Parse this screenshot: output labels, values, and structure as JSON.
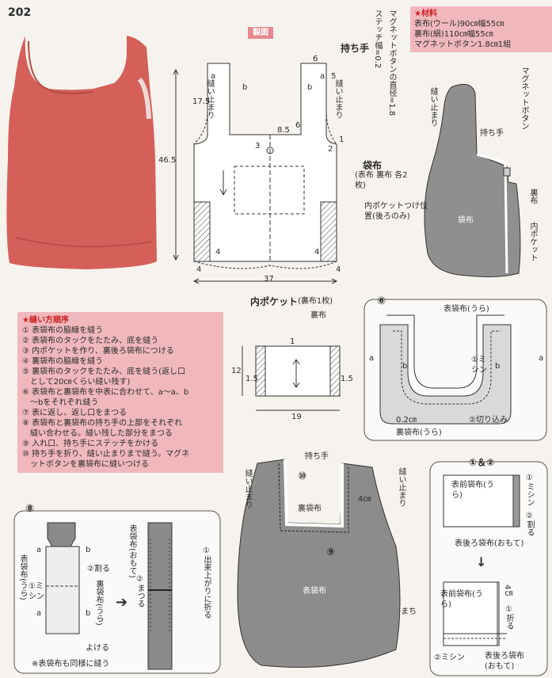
{
  "page_number": "202",
  "seizu_label": "製図",
  "materials": {
    "title": "★材料",
    "lines": [
      "表布(ウール)90㎝幅55㎝",
      "裏布(絹)110㎝幅55㎝",
      "マグネットボタン1.8㎝1組"
    ]
  },
  "top_notes": {
    "magnet_diameter": "マグネットボタンの直径=1.8",
    "stitch_width": "ステッチ幅=0.2"
  },
  "pattern": {
    "handle_label": "持ち手",
    "body_label": "袋布",
    "body_sub": "(表布 裏布 各2枚)",
    "sew_stop": "縫い止まり",
    "pocket_pos": "内ポケットつけ位置(後ろのみ)",
    "dims": {
      "d46_5": "46.5",
      "d37": "37",
      "d17_5": "17.5",
      "d8_5": "8.5",
      "d6a": "6",
      "d6b": "6",
      "d5": "5",
      "d2": "2",
      "d1": "1",
      "d3": "3",
      "d4a": "4",
      "d4b": "4",
      "d4c": "4",
      "d4d": "4"
    },
    "letters": {
      "a1": "a",
      "b1": "b",
      "a2": "a",
      "b2": "b"
    }
  },
  "finished_bag": {
    "sew_stop": "縫い止まり",
    "magnet": "マグネットボタン",
    "handle": "持ち手",
    "body": "袋布",
    "lining": "裏布",
    "inner_pocket": "内ポケット"
  },
  "steps": {
    "title": "★縫い方順序",
    "items": [
      "① 表袋布の脇線を縫う",
      "② 表袋布のタックをたたみ、底を縫う",
      "③ 内ポケットを作り、裏後ろ袋布につける",
      "④ 裏袋布の脇線を縫う",
      "⑤ 裏袋布のタックをたたみ、底を縫う(返し口",
      "　として20㎝くらい縫い残す)",
      "⑥ 表袋布と裏袋布を中表に合わせて、a～a、b",
      "　～bをそれぞれ縫う",
      "⑦ 表に返し、返し口をまつる",
      "⑧ 表袋布と裏袋布の持ち手の上部をそれぞれ",
      "　縫い合わせる。縫い残した部分をまつる",
      "⑨ 入れ口、持ち手にステッチをかける",
      "⑩ 持ち手を折り、縫い止まりまで縫う。マグネ",
      "　ットボタンを裏袋布に縫いつける"
    ]
  },
  "pocket": {
    "title": "内ポケット",
    "sub": "(裏布1枚)",
    "lining": "裏布",
    "dims": {
      "d12": "12",
      "d19": "19",
      "d15a": "1.5",
      "d15b": "1.5",
      "d1": "1"
    }
  },
  "step6": {
    "num": "⑥",
    "outer": "表袋布(うら)",
    "lining": "裏袋布(うら)",
    "sew": "①ミシン",
    "clip": "②切り込み",
    "d02": "0.2㎝",
    "letters": [
      "a",
      "b",
      "b",
      "a"
    ]
  },
  "step8": {
    "num": "⑧",
    "split": "②割る",
    "sew": "①ミシン",
    "outer": "表袋布(うら)",
    "lining": "裏袋布(うら)",
    "avoid": "よける",
    "outer_front": "表袋布(おもて)",
    "fold": "①出来上がりに折る",
    "whip": "②まつる",
    "note": "※表袋布も同様に縫う",
    "letters": [
      "a",
      "b",
      "a",
      "b"
    ]
  },
  "step12": {
    "num": "①＆②",
    "front_ura": "表前袋布(うら)",
    "sew": "①ミシン",
    "split": "②割る",
    "back_omote": "表後ろ袋布(おもて)",
    "arrow": "↓",
    "front_ura2": "表前袋布(うら)",
    "d4": "4㎝",
    "fold": "①折る",
    "sew2": "②ミシン",
    "back_omote2": "表後ろ袋布(おもて)"
  },
  "step9": {
    "handle": "持ち手",
    "n10": "⑩",
    "n9": "⑨",
    "sew_stop_l": "縫い止まり",
    "sew_stop_r": "縫い止まり",
    "lining": "裏袋布",
    "d4": "4㎝",
    "outer": "表袋布",
    "blind": "まち"
  }
}
